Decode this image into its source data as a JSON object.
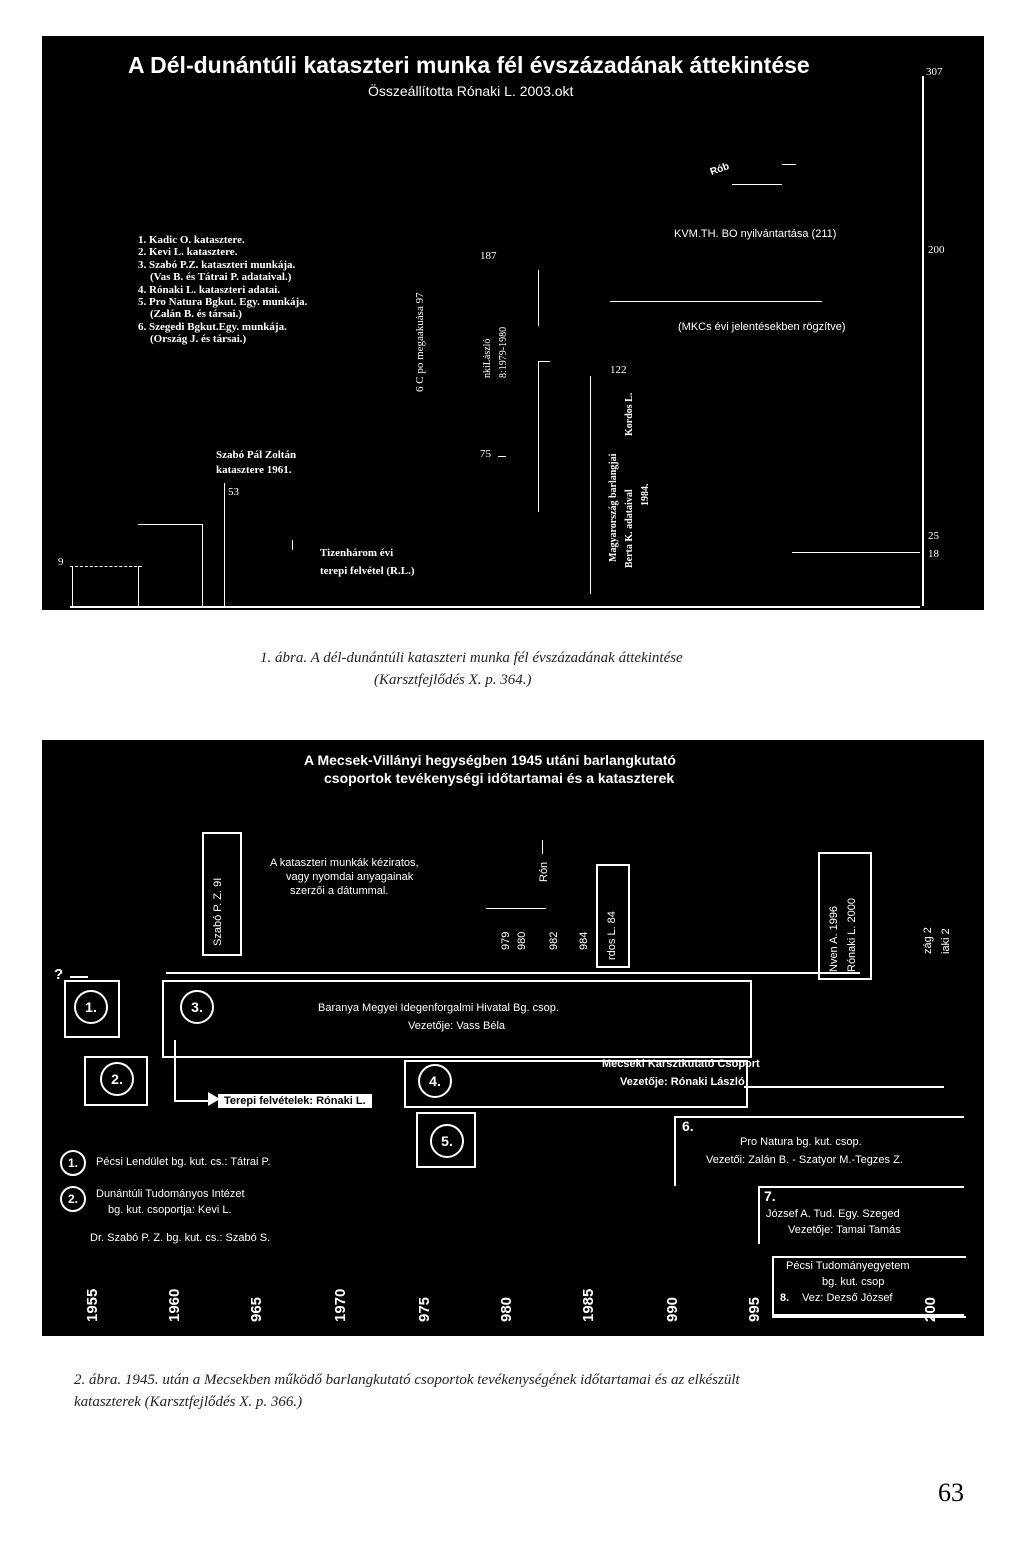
{
  "fig1": {
    "title": "A Dél-dunántúli kataszteri munka fél évszázadának áttekintése",
    "subtitle": "Összeállította Rónaki L. 2003.okt",
    "axis_right": [
      "307",
      "200",
      "25",
      "18"
    ],
    "left_marker": "9",
    "legend": [
      "1. Kadic O. katasztere.",
      "2. Kevi L. katasztere.",
      "3. Szabó P.Z. kataszteri munkája.",
      "(Vas B. és Tátrai P. adataival.)",
      "4. Rónaki L. kataszteri adatai.",
      "5. Pro Natura Bgkut. Egy. munkája.",
      "(Zalán B. és társai.)",
      "6. Szegedi Bgkut.Egy. munkája.",
      "(Ország J. és társai.)"
    ],
    "vertical_1": "6 C po megaakuása 97",
    "vertical_2a": "nkiLászló",
    "vertical_2b": "8:1979-1980",
    "num_187": "187",
    "num_75": "75",
    "num_122": "122",
    "num_53": "53",
    "szabo": "Szabó Pál Zoltán",
    "szabo2": "katasztere 1961.",
    "tizenharom": "Tizenhárom évi",
    "tizenharom2": "terepi felvétel (R.L.)",
    "vertical_3a": "Magyarország barlangjai",
    "vertical_3b": "Berta K. adataival",
    "vertical_3c": "1984.",
    "vertical_3d": "Kordos L.",
    "kvm": "KVM.TH. BO nyilvántartása (211)",
    "mkcs": "(MKCs évi jelentésekben rögzítve)",
    "robo": "Rób"
  },
  "caption1": {
    "line1": "1. ábra. A dél-dunántúli kataszteri munka fél évszázadának áttekintése",
    "line2": "(Karsztfejlődés X. p. 364.)"
  },
  "fig2": {
    "title1": "A Mecsek-Villányi hegységben 1945 utáni barlangkutató",
    "title2": "csoportok tevékenységi időtartamai és a kataszterek",
    "question": "?",
    "note1": "A kataszteri munkák kéziratos,",
    "note2": "vagy nyomdai anyagainak",
    "note3": "szerzői a dátummal.",
    "v_szabo": "Szabó P. Z. 9I",
    "v_979": "979",
    "v_980": "980",
    "v_982": "982",
    "v_984": "984",
    "v_ron": "Rón",
    "v_kordos": "rdos L. 84",
    "v_nven": "Nven A. 1996",
    "v_ronaki": "Rónaki L. 2000",
    "v_zag": "zág 2",
    "v_iaki": "iaki 2",
    "c1": "1.",
    "c2": "2.",
    "c3": "3.",
    "c4": "4.",
    "c5": "5.",
    "baranya1": "Baranya Megyei Idegenforgalmi Hivatal Bg. csop.",
    "baranya2": "Vezetője: Vass Béla",
    "terepi": "Terepi felvételek: Rónaki L.",
    "mecseki1": "Mecseki Karsztkutató Csoport",
    "mecseki2": "Vezetője: Rónaki László",
    "n6": "6.",
    "pronatura1": "Pro Natura bg. kut. csop.",
    "pronatura2": "Vezetői: Zalán B. - Szatyor M.-Tegzes Z.",
    "n7": "7.",
    "jozsef1": "József A. Tud. Egy. Szeged",
    "jozsef2": "Vezetője: Tamai Tamás",
    "pecsi_tud1": "Pécsi Tudományegyetem",
    "pecsi_tud2": "bg. kut. csop",
    "n8": "8.",
    "pecsi_tud3": "Vez: Dezső József",
    "leg1": "Pécsi Lendület bg. kut. cs.: Tátrai P.",
    "leg2a": "Dunántúli Tudományos Intézet",
    "leg2b": "bg. kut. csoportja: Kevi L.",
    "leg3": "Dr. Szabó P. Z. bg. kut. cs.: Szabó S.",
    "years": [
      "1955",
      "1960",
      "965",
      "1970",
      "975",
      "980",
      "1985",
      "990",
      "995",
      "200"
    ]
  },
  "caption2": {
    "line1": "2. ábra. 1945. után a Mecsekben működő barlangkutató csoportok tevékenységének időtartamai és az elkészült",
    "line2": "kataszterek (Karsztfejlődés X. p. 366.)"
  },
  "page_number": "63"
}
